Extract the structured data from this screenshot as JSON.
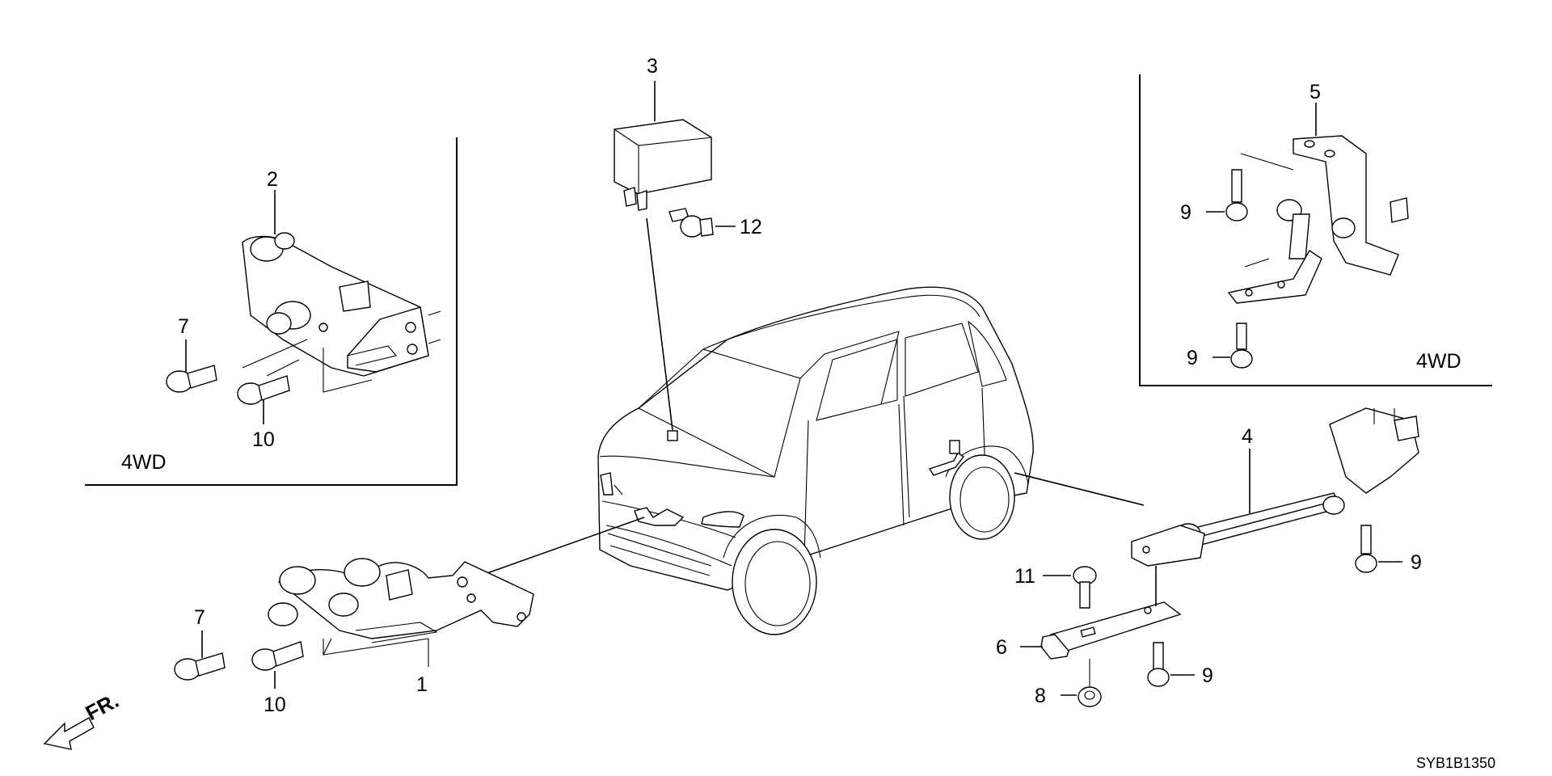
{
  "diagram": {
    "callouts": {
      "p1": "1",
      "p2": "2",
      "p3": "3",
      "p4": "4",
      "p5": "5",
      "p6": "6",
      "p7_top": "7",
      "p7_bottom": "7",
      "p8": "8",
      "p9_rear_upper": "9",
      "p9_rear_lower": "9",
      "p9_link": "9",
      "p9_bracket": "9",
      "p10_top": "10",
      "p10_bottom": "10",
      "p11": "11",
      "p12": "12"
    },
    "inset_left_label": "4WD",
    "inset_right_label": "4WD",
    "front_label": "FR.",
    "diagram_code": "SYB1B1350"
  }
}
